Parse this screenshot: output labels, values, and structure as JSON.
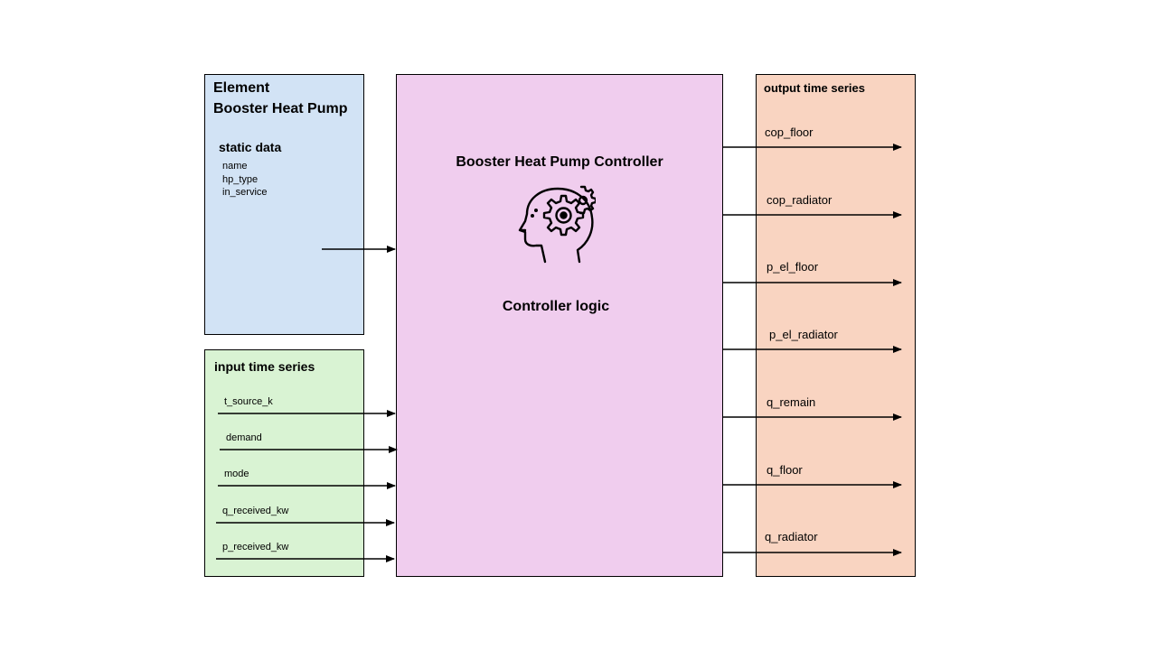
{
  "element_box": {
    "title_line1": "Element",
    "title_line2": "Booster Heat Pump",
    "static_title": "static data",
    "static_items": [
      "name",
      "hp_type",
      "in_service"
    ],
    "color": "#d2e3f5"
  },
  "input_box": {
    "title": "input time series",
    "items": [
      "t_source_k",
      "demand",
      "mode",
      "q_received_kw",
      "p_received_kw"
    ],
    "color": "#d9f3d3"
  },
  "controller_box": {
    "title": "Booster Heat Pump Controller",
    "logic": "Controller logic",
    "icon": "head-gear-icon",
    "color": "#f0cdee"
  },
  "output_box": {
    "title": "output time series",
    "items": [
      "cop_floor",
      "cop_radiator",
      "p_el_floor",
      "p_el_radiator",
      "q_remain",
      "q_floor",
      "q_radiator"
    ],
    "color": "#f9d4c1"
  }
}
